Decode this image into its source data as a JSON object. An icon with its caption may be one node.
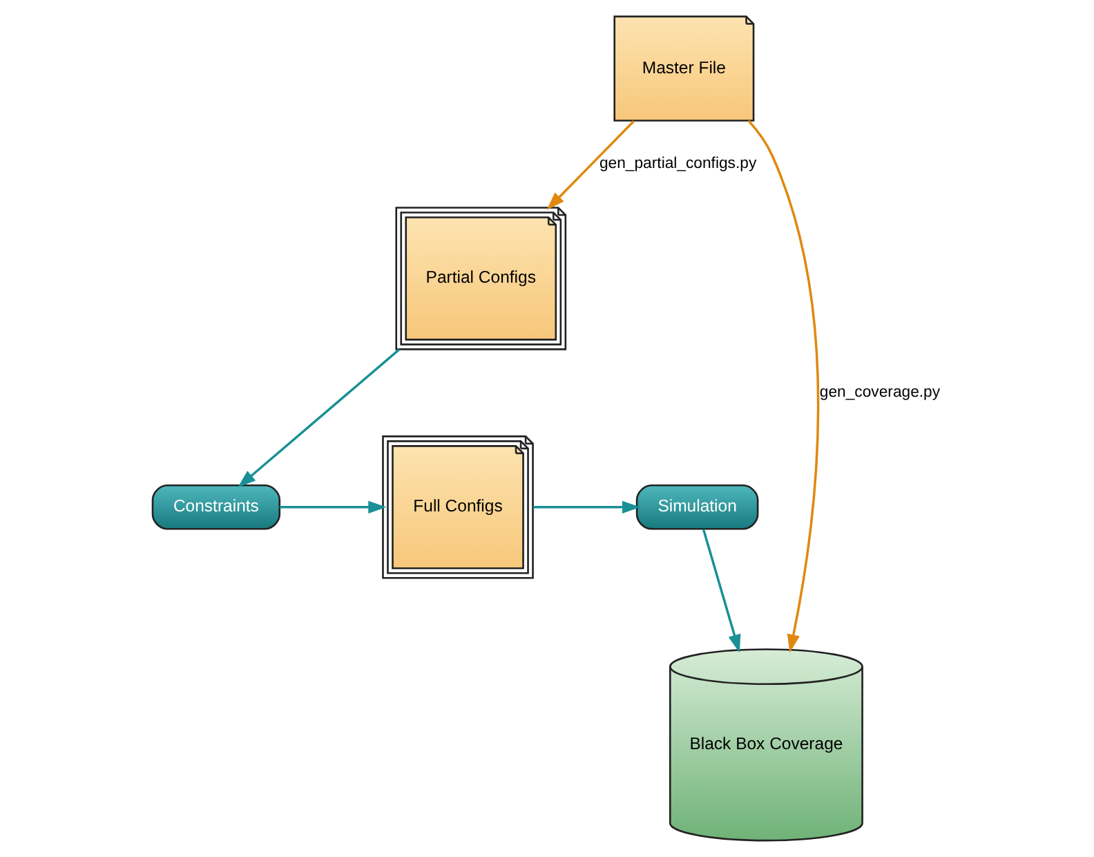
{
  "diagram": {
    "nodes": [
      {
        "text": [
          "Master File"
        ]
      },
      {
        "text": [
          "Partial Configs"
        ]
      },
      {
        "text": [
          "Black Box Coverage"
        ]
      },
      {
        "text": [
          "Constraints"
        ]
      },
      {
        "text": [
          "Full Configs"
        ]
      },
      {
        "text": [
          "Simulation"
        ]
      }
    ],
    "edges": [
      {
        "from": 0,
        "to": 1,
        "arrow": "to",
        "label": "gen_partial_configs.py",
        "color": "#e0880f"
      },
      {
        "from": 0,
        "to": 2,
        "arrow": "to",
        "label": "gen_coverage.py",
        "color": "#e0880f"
      },
      {
        "from": 1,
        "to": 3,
        "arrow": "to"
      },
      {
        "from": 3,
        "to": 4,
        "arrow": "to"
      },
      {
        "from": 4,
        "to": 5,
        "arrow": "to"
      },
      {
        "from": 5,
        "to": 2,
        "arrow": "to"
      }
    ]
  }
}
